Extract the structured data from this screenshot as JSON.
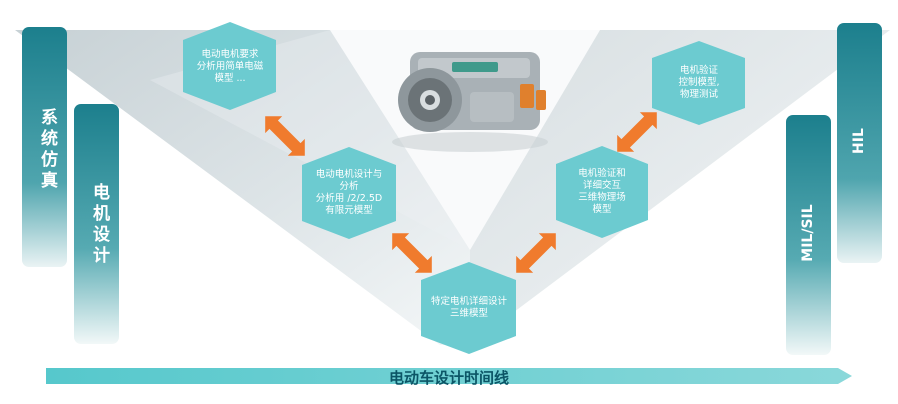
{
  "pillars": {
    "system_sim": "系统仿真",
    "motor_design": "电机设计",
    "mil_sil": "MIL/SIL",
    "hil": "HIL"
  },
  "hexagons": [
    {
      "lines": [
        "电动电机要求",
        "分析用简单电磁",
        "模型 ..."
      ]
    },
    {
      "lines": [
        "电动电机设计与",
        "分析",
        "分析用 /2/2.5D",
        "有限元模型"
      ]
    },
    {
      "lines": [
        "特定电机详细设计",
        "三维模型"
      ]
    },
    {
      "lines": [
        "电机验证和",
        "详细交互",
        "三维物理场",
        "模型"
      ]
    },
    {
      "lines": [
        "电机验证",
        "控制模型,",
        "物理测试"
      ]
    }
  ],
  "timeline": {
    "label": "电动车设计时间线"
  },
  "colors": {
    "teal_dark": "#1c7f8d",
    "teal_light": "#5fc9cc",
    "arrow": "#f07b2d",
    "hex": "#6ccbd0"
  }
}
